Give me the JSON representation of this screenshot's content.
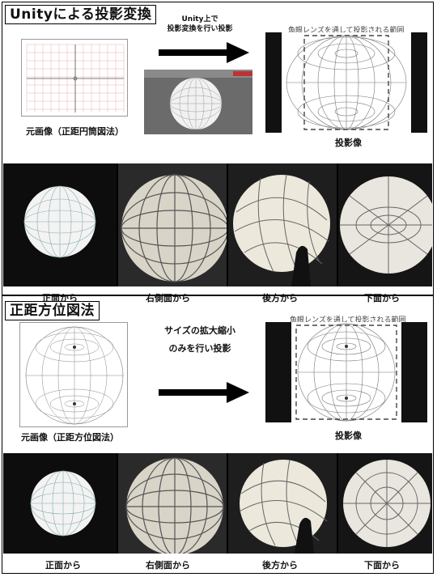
{
  "section1": {
    "title": "Unityによる投影変換",
    "original_caption": "元画像（正距円筒図法）",
    "arrow_label_line1": "Unity上で",
    "arrow_label_line2": "投影変換を行い投影",
    "lens_range_label": "魚眼レンズを通して投影される範囲",
    "projected_caption": "投影像",
    "views": [
      "正面から",
      "右側面から",
      "後方から",
      "下面から"
    ]
  },
  "section2": {
    "title": "正距方位図法",
    "original_caption": "元画像（正距方位図法）",
    "arrow_label_line1": "サイズの拡大縮小",
    "arrow_label_line2": "のみを行い投影",
    "lens_range_label": "魚眼レンズを通して投影される範囲",
    "projected_caption": "投影像",
    "views": [
      "正面から",
      "右側面から",
      "後方から",
      "下面から"
    ]
  },
  "icons": {
    "arrow": "right-arrow-icon"
  }
}
